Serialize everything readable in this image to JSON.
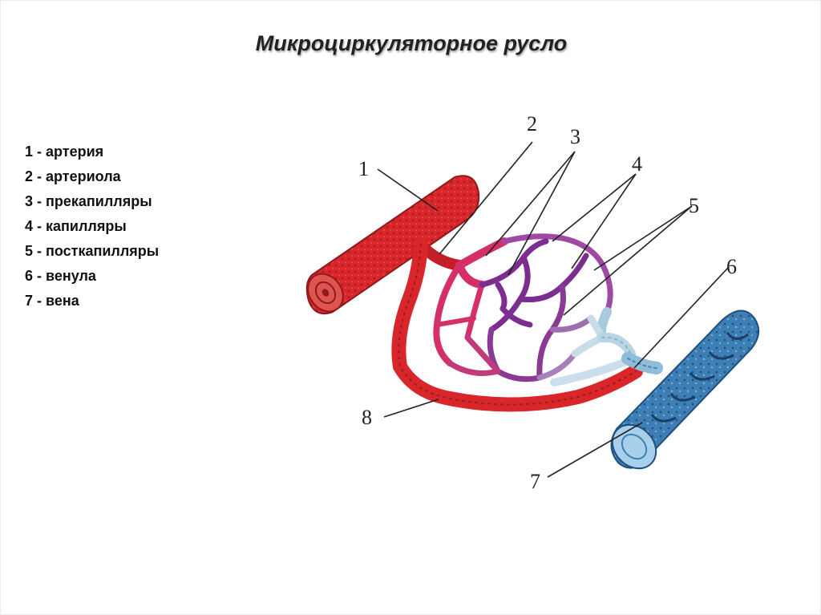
{
  "title": "Микроциркуляторное русло",
  "legend": [
    "1 - артерия",
    "2 - артериола",
    "3 - прекапилляры",
    "4 - капилляры",
    "5 - посткапилляры",
    "6 - венула",
    "7 - вена"
  ],
  "diagram_labels": {
    "n1": "1",
    "n2": "2",
    "n3": "3",
    "n4": "4",
    "n5": "5",
    "n6": "6",
    "n7": "7",
    "n8": "8"
  },
  "colors": {
    "artery": "#d8262b",
    "artery_dark": "#8e1a1d",
    "precapillary": "#d52f6a",
    "capillary": "#8b3a93",
    "postcapillary": "#c7dde8",
    "vein": "#3d7fb4",
    "vein_dark": "#1f4f7e"
  }
}
